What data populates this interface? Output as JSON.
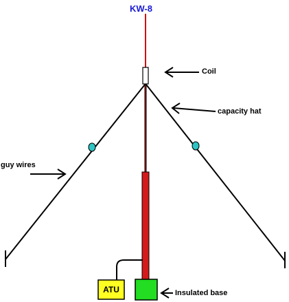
{
  "title": "KW-8",
  "labels": {
    "coil": "Coil",
    "capacity_hat": "capacity hat",
    "guy_wires": "guy wires",
    "insulated_base": "Insulated base",
    "atu": "ATU"
  },
  "colors": {
    "title": "#1a1ad6",
    "whip": "#cc1111",
    "mast": "#d41a1a",
    "guy_wire": "#000000",
    "insulator": "#2ec4c4",
    "atu_box": "#ffff22",
    "base_box": "#22dd22"
  }
}
